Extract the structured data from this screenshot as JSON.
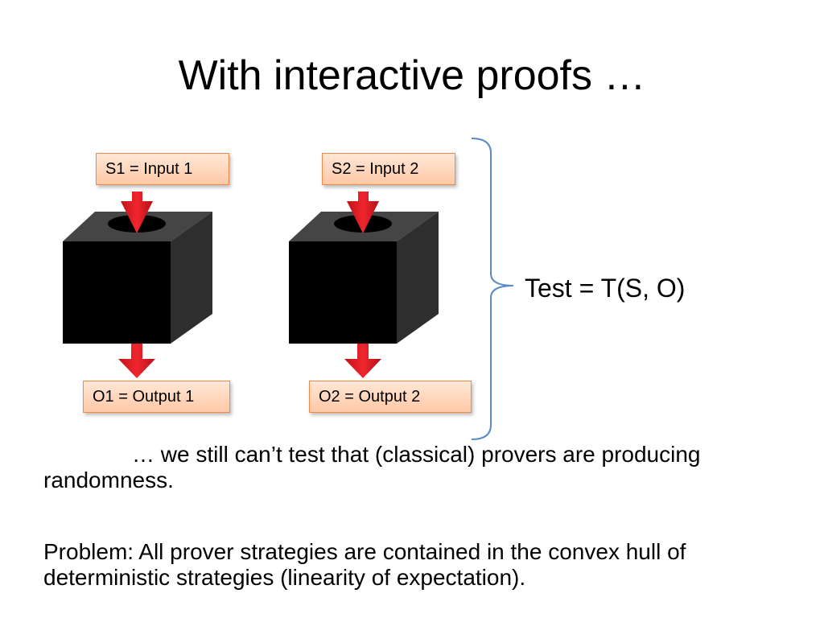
{
  "slide": {
    "title": "With interactive proofs …",
    "diagram": {
      "input1": "S1 = Input 1",
      "input2": "S2 = Input 2",
      "output1": "O1 = Output 1",
      "output2": "O2 = Output 2",
      "test": "Test = T(S, O)"
    },
    "paragraph1": "… we still can’t test that (classical) provers are producing randomness.",
    "paragraph2": "Problem:  All prover strategies are contained in the convex hull of deterministic strategies (linearity of expectation)."
  }
}
